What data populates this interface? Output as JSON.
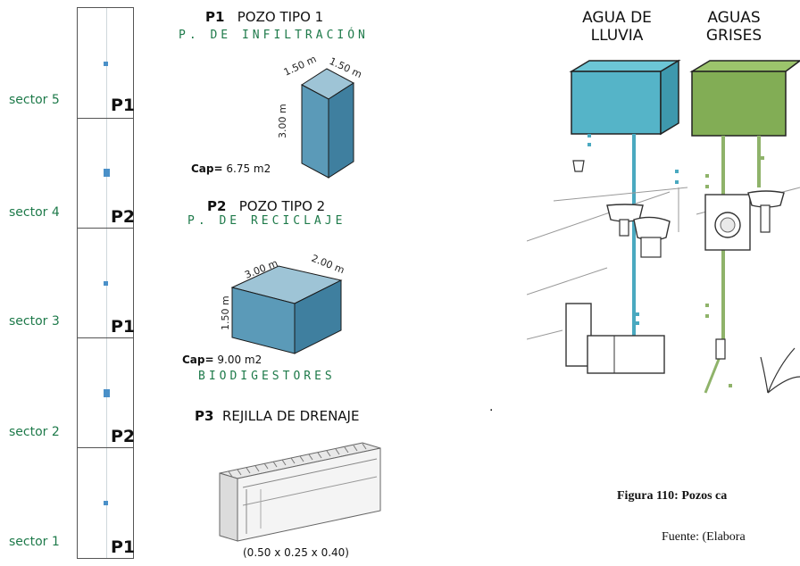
{
  "sectors": [
    {
      "label": "sector 5",
      "code": "P1"
    },
    {
      "label": "sector 4",
      "code": "P2"
    },
    {
      "label": "sector 3",
      "code": "P1"
    },
    {
      "label": "sector 2",
      "code": "P2"
    },
    {
      "label": "sector 1",
      "code": "P1"
    }
  ],
  "p1": {
    "code": "P1",
    "name": "POZO TIPO 1",
    "subtitle": "P. DE INFILTRACIÓN",
    "dim_a": "1.50 m",
    "dim_b": "1.50 m",
    "dim_h": "3.00 m",
    "cap_label": "Cap=",
    "cap_value": "6.75 m2"
  },
  "p2": {
    "code": "P2",
    "name": "POZO TIPO 2",
    "subtitle": "P. DE RECICLAJE",
    "dim_a": "3.00 m",
    "dim_b": "2.00 m",
    "dim_h": "1.50 m",
    "cap_label": "Cap=",
    "cap_value": "9.00 m2",
    "extra": "BIODIGESTORES"
  },
  "p3": {
    "code": "P3",
    "name": "REJILLA DE DRENAJE",
    "dims": "(0.50 x 0.25 x 0.40)"
  },
  "water": {
    "rain_line1": "AGUA DE",
    "rain_line2": "LLUVIA",
    "grey_line1": "AGUAS",
    "grey_line2": "GRISES"
  },
  "caption": {
    "figure": "Figura 110: Pozos ca",
    "source": "Fuente: (Elabora"
  },
  "dot": "."
}
